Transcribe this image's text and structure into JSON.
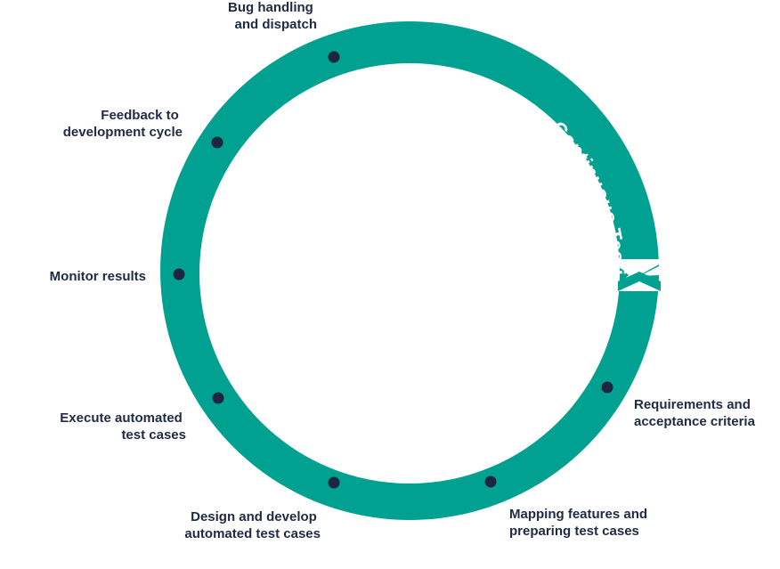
{
  "diagram": {
    "title": "Continuous Testing",
    "colors": {
      "ring": "#00a190",
      "dot": "#1c2541",
      "label": "#1f2a44",
      "title_text": "#ffffff"
    },
    "steps": [
      {
        "id": "requirements",
        "lines": [
          "Requirements and",
          "acceptance criteria"
        ]
      },
      {
        "id": "mapping",
        "lines": [
          "Mapping features and",
          "preparing test cases"
        ]
      },
      {
        "id": "design",
        "lines": [
          "Design and develop",
          "automated test cases"
        ]
      },
      {
        "id": "execute",
        "lines": [
          "Execute automated",
          "test cases"
        ]
      },
      {
        "id": "monitor",
        "lines": [
          "Monitor results"
        ]
      },
      {
        "id": "feedback",
        "lines": [
          "Feedback to",
          "development cycle"
        ]
      },
      {
        "id": "bug",
        "lines": [
          "Bug handling",
          "and dispatch"
        ]
      }
    ]
  }
}
